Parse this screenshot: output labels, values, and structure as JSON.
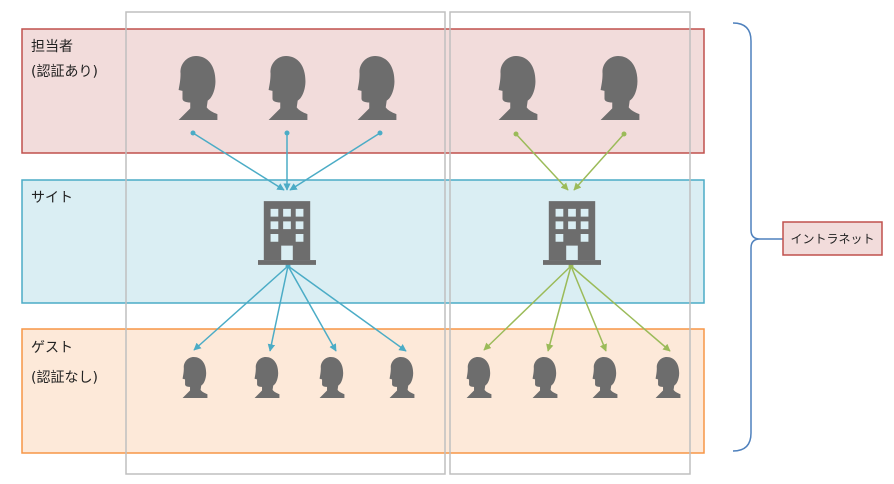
{
  "rows": {
    "staff": {
      "title": "担当者",
      "sub": "(認証あり)",
      "fill": "#F2DCDB",
      "stroke": "#C0504D"
    },
    "site": {
      "title": "サイト",
      "fill": "#DAEEF3",
      "stroke": "#4BACC6"
    },
    "guest": {
      "title": "ゲスト",
      "sub": "(認証なし)",
      "fill": "#FDE9D9",
      "stroke": "#F79646"
    }
  },
  "intranet_label": "イントラネット",
  "colors": {
    "intranet_fill": "#F2DCDB",
    "intranet_stroke": "#C0504D",
    "brace": "#4F81BD",
    "column_frame": "#BFBFBF",
    "icon": "#6D6D6D",
    "arrow_left": "#4BACC6",
    "arrow_right": "#9BBB59"
  },
  "icons": {
    "staff": "person-icon",
    "building": "building-icon",
    "guest": "person-icon"
  }
}
